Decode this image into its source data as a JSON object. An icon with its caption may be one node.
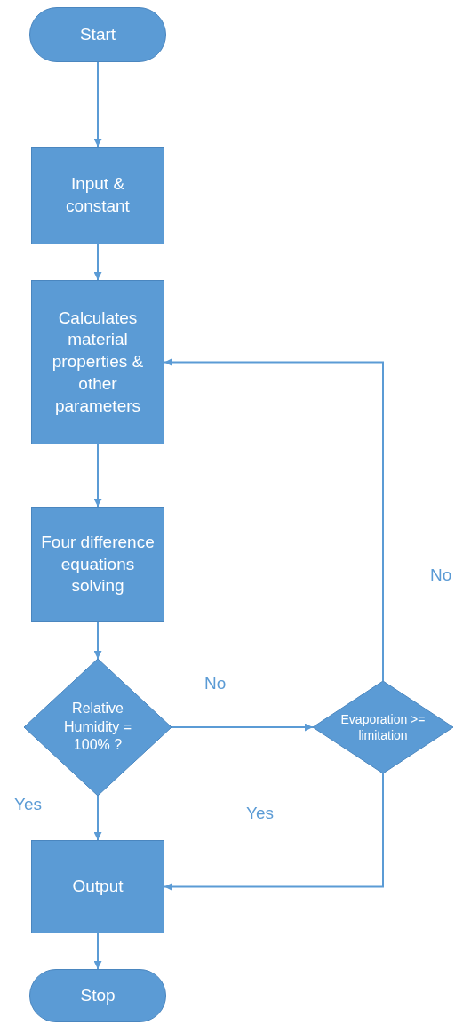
{
  "diagram": {
    "nodes": [
      {
        "text": [
          "Start"
        ]
      },
      {
        "text": [
          "Input & constant"
        ]
      },
      {
        "text": [
          "Calculates material properties & other parameters"
        ]
      },
      {
        "text": [
          "Four difference equations solving"
        ]
      },
      {
        "text": [
          "Relative Humidity = 100% ?"
        ]
      },
      {
        "text": [
          "Evaporation >= limitation"
        ]
      },
      {
        "text": [
          "Output"
        ]
      },
      {
        "text": [
          "Stop"
        ]
      }
    ],
    "edges": [
      {
        "from": 0,
        "to": 1,
        "arrow": "to"
      },
      {
        "from": 1,
        "to": 2,
        "arrow": "to"
      },
      {
        "from": 2,
        "to": 3,
        "arrow": "to"
      },
      {
        "from": 3,
        "to": 4,
        "arrow": "to"
      },
      {
        "from": 4,
        "to": 5,
        "arrow": "to",
        "label": "No"
      },
      {
        "from": 4,
        "to": 6,
        "arrow": "to",
        "label": "Yes"
      },
      {
        "from": 5,
        "to": 2,
        "arrow": "to",
        "label": "No"
      },
      {
        "from": 5,
        "to": 6,
        "arrow": "to",
        "label": "Yes"
      },
      {
        "from": 6,
        "to": 7,
        "arrow": "to"
      }
    ]
  }
}
